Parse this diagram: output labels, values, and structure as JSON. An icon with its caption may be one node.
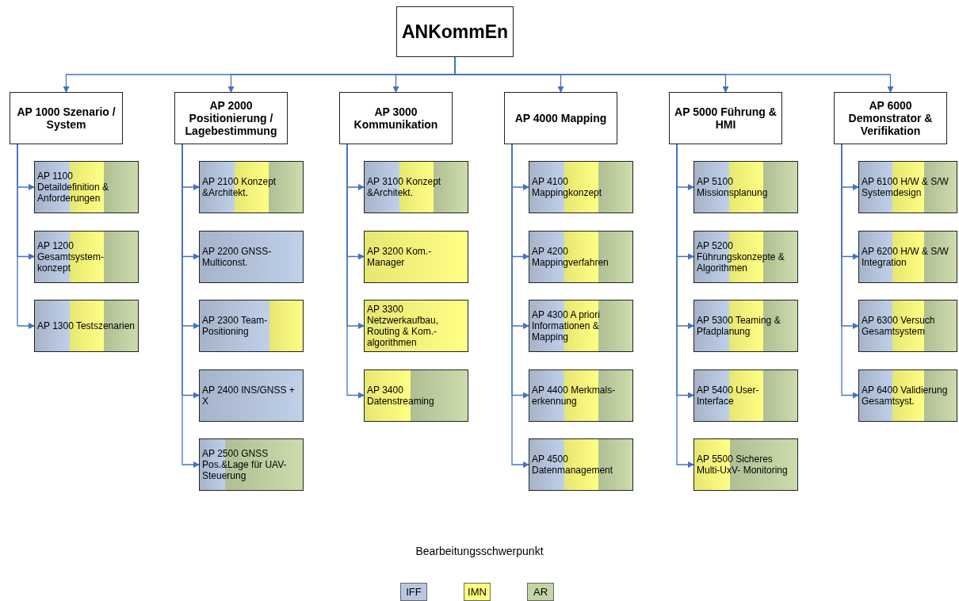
{
  "diagram": {
    "nodes": [
      {
        "text": [
          "ANKommEn"
        ]
      },
      {
        "text": [
          "AP 1000 Szenario / System"
        ]
      },
      {
        "text": [
          "AP 1100 Detaildefinition & Anforderungen"
        ]
      },
      {
        "text": [
          "AP 1200 Gesamtsystem- konzept"
        ]
      },
      {
        "text": [
          "AP 1300 Testszenarien"
        ]
      },
      {
        "text": [
          "AP 2000 Positionierung / Lagebestimmung"
        ]
      },
      {
        "text": [
          "AP 2100 Konzept &Architekt."
        ]
      },
      {
        "text": [
          "AP 2200 GNSS-Multiconst."
        ]
      },
      {
        "text": [
          "AP 2300 Team-Positioning"
        ]
      },
      {
        "text": [
          "AP 2400 INS/GNSS + X"
        ]
      },
      {
        "text": [
          "AP 2500 GNSS Pos.&Lage für UAV-Steuerung"
        ]
      },
      {
        "text": [
          "AP 3000 Kommunikation"
        ]
      },
      {
        "text": [
          "AP 3100 Konzept &Architekt."
        ]
      },
      {
        "text": [
          "AP 3200 Kom.- Manager"
        ]
      },
      {
        "text": [
          "AP 3300 Netzwerkaufbau, Routing & Kom.- algorithmen"
        ]
      },
      {
        "text": [
          "AP 3400 Datenstreaming"
        ]
      },
      {
        "text": [
          "AP 4000 Mapping"
        ]
      },
      {
        "text": [
          "AP 4100 Mappingkonzept"
        ]
      },
      {
        "text": [
          "AP 4200 Mappingverfahren"
        ]
      },
      {
        "text": [
          "AP 4300 A priori Informationen & Mapping"
        ]
      },
      {
        "text": [
          "AP 4400 Merkmals- erkennung"
        ]
      },
      {
        "text": [
          "AP 4500 Datenmanagement"
        ]
      },
      {
        "text": [
          "AP 5000 Führung & HMI"
        ]
      },
      {
        "text": [
          "AP 5100 Missionsplanung"
        ]
      },
      {
        "text": [
          "AP 5200 Führungskonzepte & Algorithmen"
        ]
      },
      {
        "text": [
          "AP 5300 Teaming & Pfadplanung"
        ]
      },
      {
        "text": [
          "AP 5400 User-Interface"
        ]
      },
      {
        "text": [
          "AP 5500 Sicheres Multi-UxV- Monitoring"
        ]
      },
      {
        "text": [
          "AP 6000 Demonstrator & Verifikation"
        ]
      },
      {
        "text": [
          "AP 6100 H/W & S/W Systemdesign"
        ]
      },
      {
        "text": [
          "AP 6200 H/W & S/W Integration"
        ]
      },
      {
        "text": [
          "AP 6300 Versuch Gesamtsystem"
        ]
      },
      {
        "text": [
          "AP 6400 Validierung Gesamtsyst."
        ]
      }
    ],
    "edges": [
      {
        "from": 0,
        "to": 1,
        "arrow": "to"
      },
      {
        "from": 0,
        "to": 5,
        "arrow": "to"
      },
      {
        "from": 0,
        "to": 11,
        "arrow": "to"
      },
      {
        "from": 0,
        "to": 16,
        "arrow": "to"
      },
      {
        "from": 0,
        "to": 22,
        "arrow": "to"
      },
      {
        "from": 0,
        "to": 28,
        "arrow": "to"
      },
      {
        "from": 1,
        "to": 2,
        "arrow": "to"
      },
      {
        "from": 1,
        "to": 3,
        "arrow": "to"
      },
      {
        "from": 1,
        "to": 4,
        "arrow": "to"
      },
      {
        "from": 5,
        "to": 6,
        "arrow": "to"
      },
      {
        "from": 5,
        "to": 7,
        "arrow": "to"
      },
      {
        "from": 5,
        "to": 8,
        "arrow": "to"
      },
      {
        "from": 5,
        "to": 9,
        "arrow": "to"
      },
      {
        "from": 5,
        "to": 10,
        "arrow": "to"
      },
      {
        "from": 11,
        "to": 12,
        "arrow": "to"
      },
      {
        "from": 11,
        "to": 13,
        "arrow": "to"
      },
      {
        "from": 11,
        "to": 14,
        "arrow": "to"
      },
      {
        "from": 11,
        "to": 15,
        "arrow": "to"
      },
      {
        "from": 16,
        "to": 17,
        "arrow": "to"
      },
      {
        "from": 16,
        "to": 18,
        "arrow": "to"
      },
      {
        "from": 16,
        "to": 19,
        "arrow": "to"
      },
      {
        "from": 16,
        "to": 20,
        "arrow": "to"
      },
      {
        "from": 16,
        "to": 21,
        "arrow": "to"
      },
      {
        "from": 22,
        "to": 23,
        "arrow": "to"
      },
      {
        "from": 22,
        "to": 24,
        "arrow": "to"
      },
      {
        "from": 22,
        "to": 25,
        "arrow": "to"
      },
      {
        "from": 22,
        "to": 26,
        "arrow": "to"
      },
      {
        "from": 22,
        "to": 27,
        "arrow": "to"
      },
      {
        "from": 28,
        "to": 29,
        "arrow": "to"
      },
      {
        "from": 28,
        "to": 30,
        "arrow": "to"
      },
      {
        "from": 28,
        "to": 31,
        "arrow": "to"
      },
      {
        "from": 28,
        "to": 32,
        "arrow": "to"
      }
    ],
    "labels": [
      "Bearbeitungsschwerpunkt"
    ],
    "legend": [
      {
        "text": "IFF",
        "color": "#b8c8e0"
      },
      {
        "text": "IMN",
        "color": "#ffff80"
      },
      {
        "text": "AR",
        "color": "#c4d4a4"
      }
    ]
  }
}
